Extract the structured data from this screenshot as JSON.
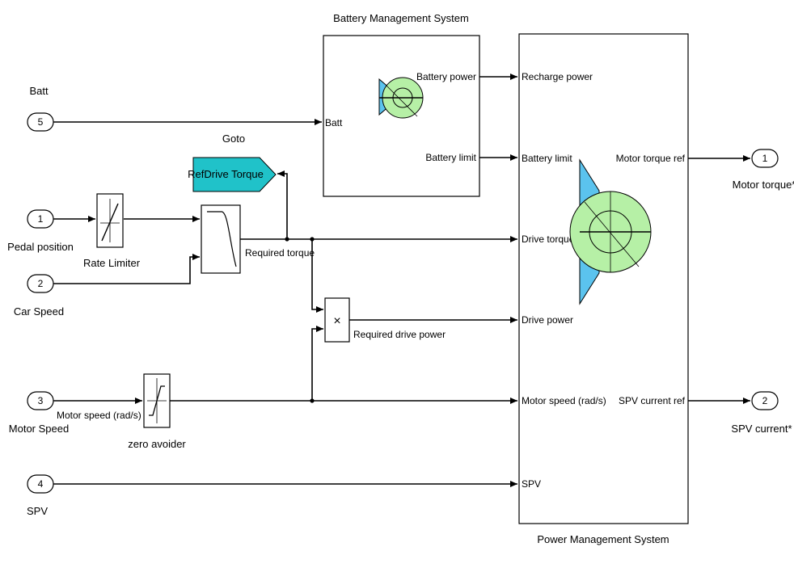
{
  "ports_in": [
    {
      "num": "5",
      "label": "Batt"
    },
    {
      "num": "1",
      "label": "Pedal position"
    },
    {
      "num": "2",
      "label": "Car Speed"
    },
    {
      "num": "3",
      "label": "Motor Speed"
    },
    {
      "num": "4",
      "label": "SPV"
    }
  ],
  "ports_out": [
    {
      "num": "1",
      "label": "Motor torque*"
    },
    {
      "num": "2",
      "label": "SPV current*"
    }
  ],
  "bms": {
    "title": "Battery Management System",
    "in_port": "Batt",
    "out_ports": [
      "Battery  power",
      "Battery  limit"
    ]
  },
  "pms": {
    "title": "Power Management System",
    "in_ports": [
      "Recharge power",
      "Battery  limit",
      "Drive torque",
      "Drive power",
      "Motor speed (rad/s)",
      "SPV"
    ],
    "out_ports": [
      "Motor torque ref",
      "SPV current ref"
    ]
  },
  "goto": {
    "label": "Goto",
    "tag": "RefDrive Torque"
  },
  "rate_limiter": {
    "label": "Rate Limiter"
  },
  "zero_avoider": {
    "label": "zero avoider"
  },
  "product": {
    "symbol": "×"
  },
  "signals": {
    "required_torque": "Required torque",
    "required_drive_power": "Required drive power",
    "motor_speed": "Motor speed (rad/s)"
  }
}
